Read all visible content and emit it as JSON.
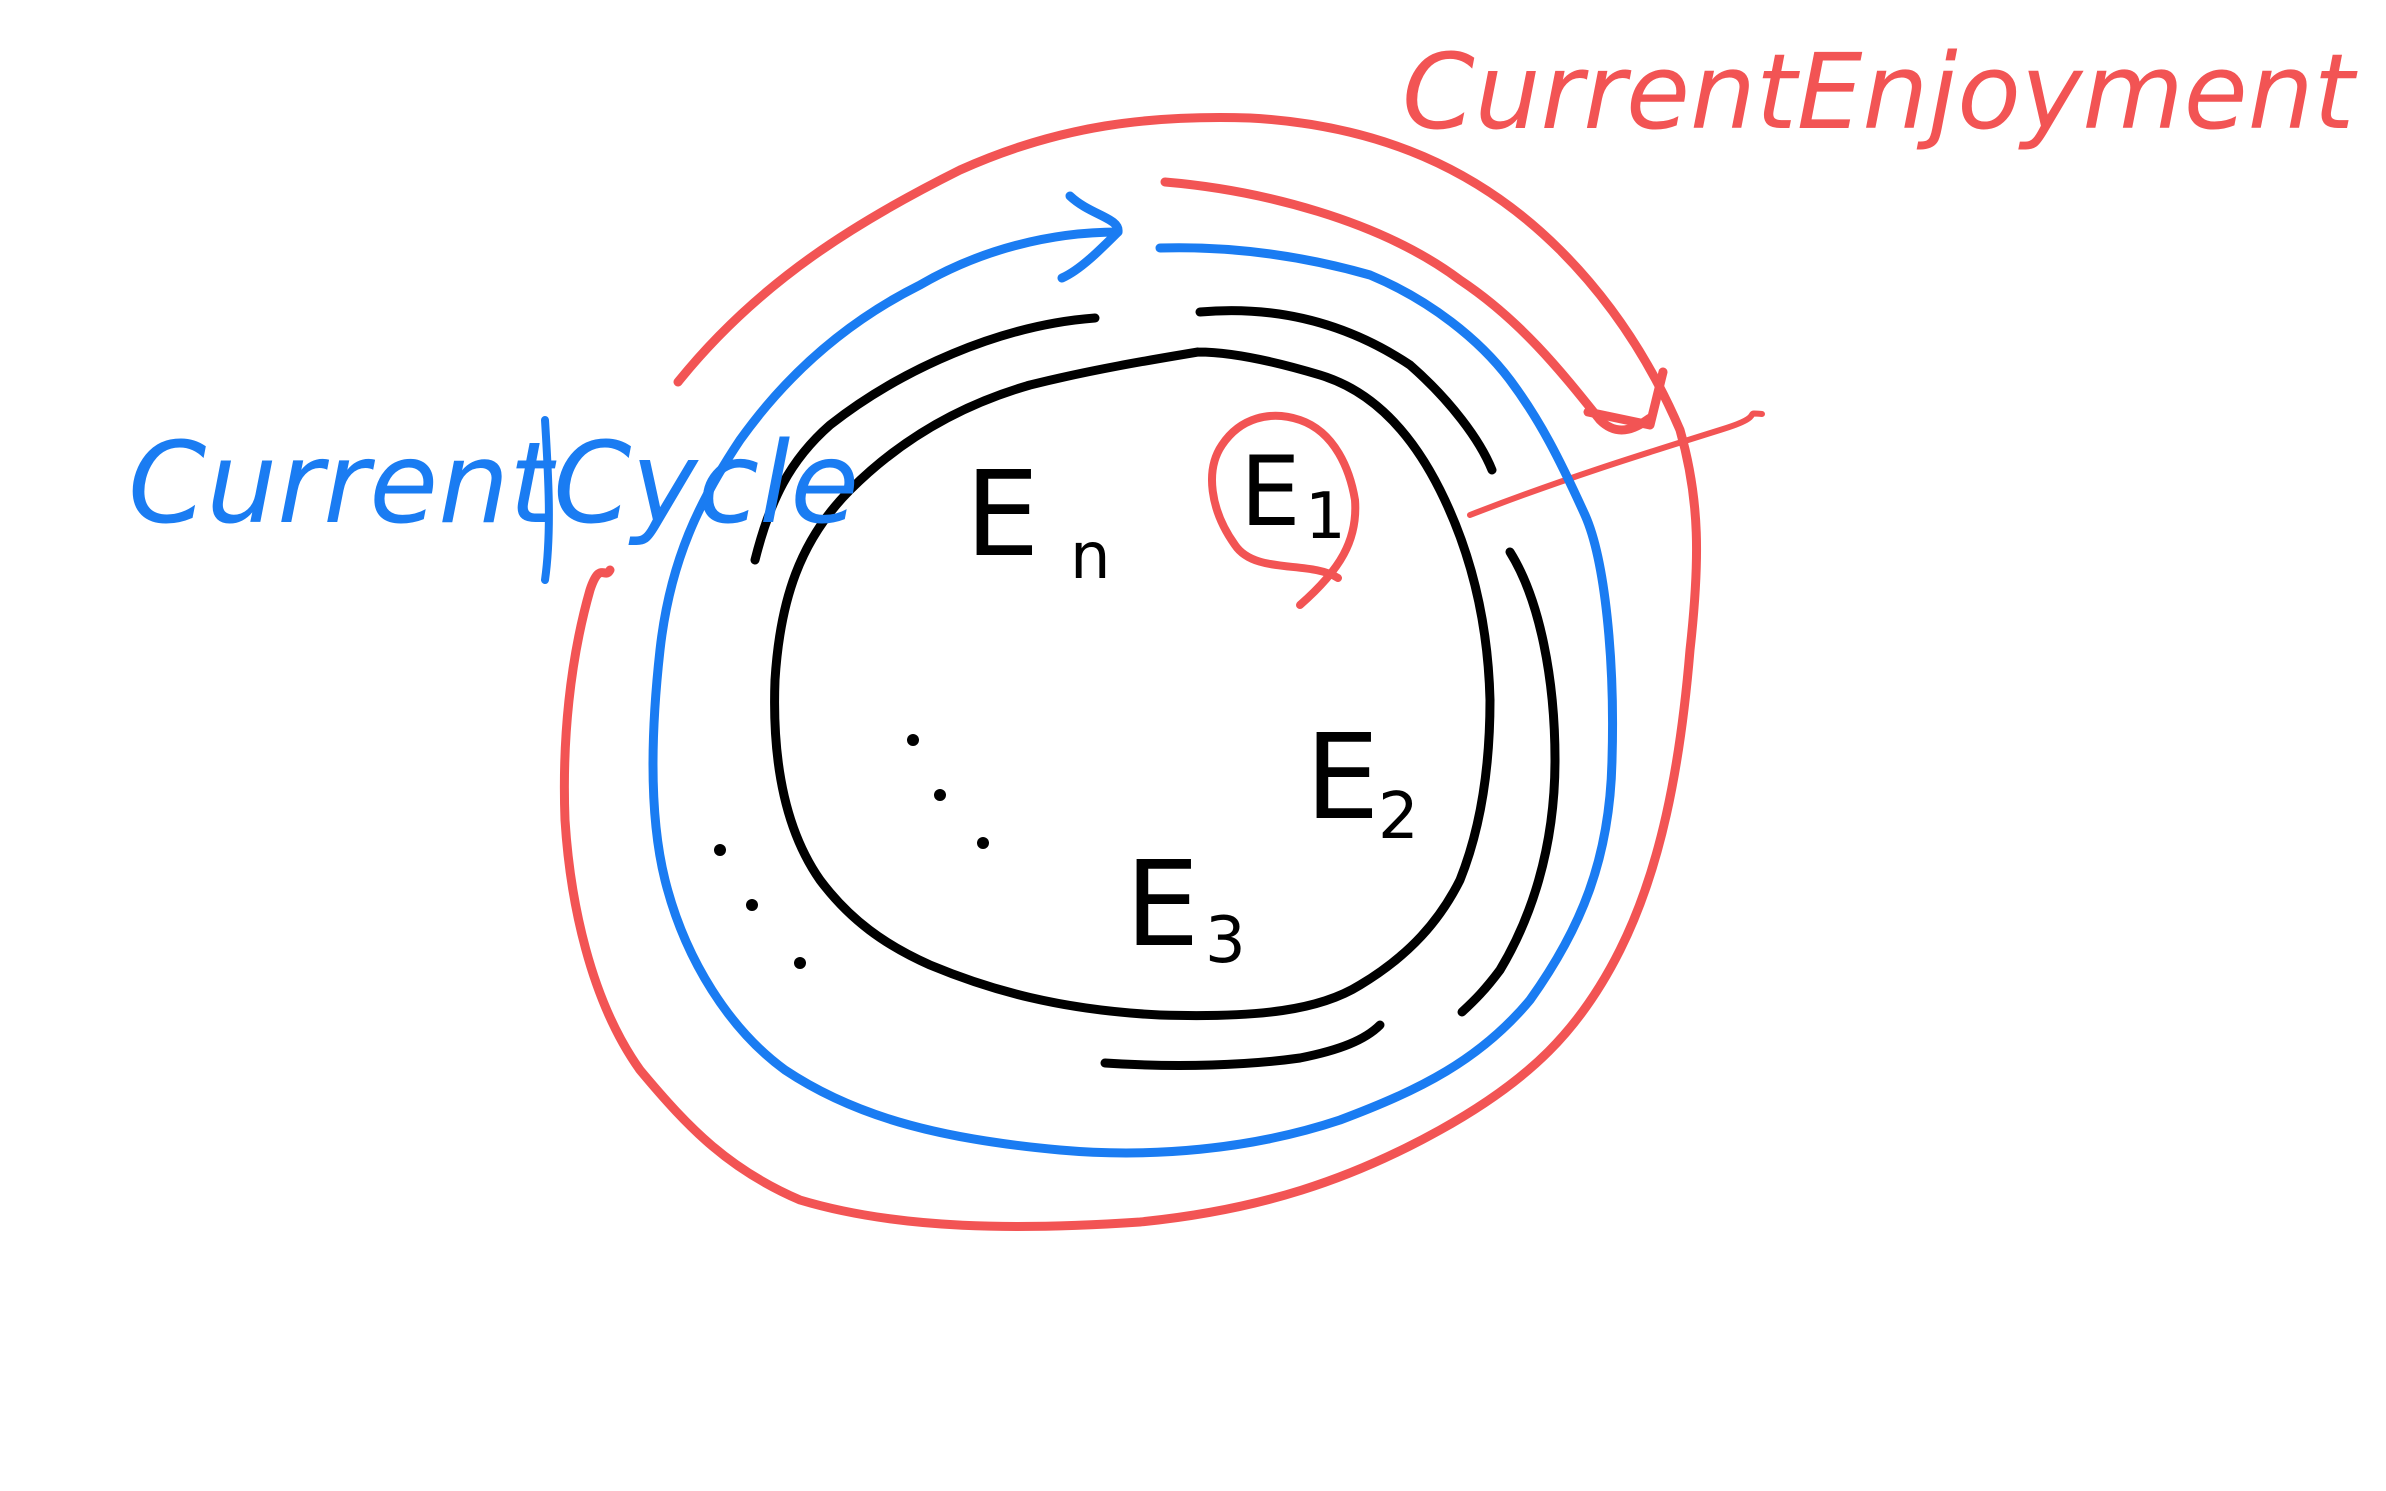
{
  "labels": {
    "current_cycle": "CurrentCycle",
    "current_enjoyment": "CurrentEnjoyment"
  },
  "elements": [
    {
      "name": "En",
      "base": "E",
      "sub": "n"
    },
    {
      "name": "E1",
      "base": "E",
      "sub": "1"
    },
    {
      "name": "E2",
      "base": "E",
      "sub": "2"
    },
    {
      "name": "E3",
      "base": "E",
      "sub": "3"
    }
  ],
  "colors": {
    "ink": "#000000",
    "cycle": "#1a7cf2",
    "enjoyment": "#f25454"
  }
}
